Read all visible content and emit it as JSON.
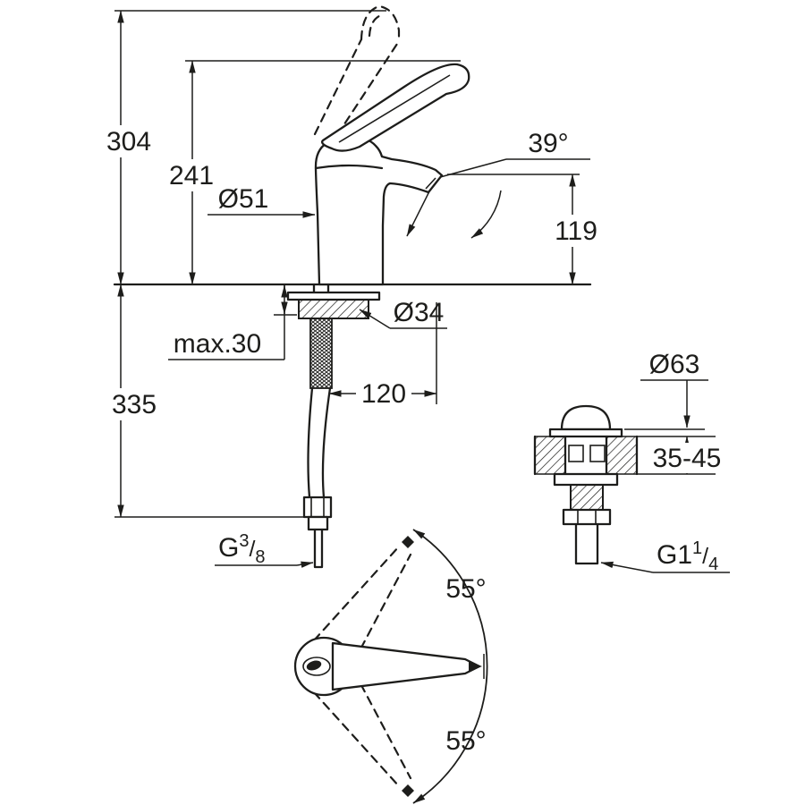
{
  "colors": {
    "background": "#ffffff",
    "line": "#1d1d1b"
  },
  "dimensions": {
    "overall_height": "304",
    "spout_top_height": "241",
    "body_diameter": "Ø51",
    "spout_angle": "39°",
    "outlet_height": "119",
    "hole_diameter": "Ø34",
    "max_mounting_thickness": "max.30",
    "supply_hose_length": "335",
    "spout_reach": "120",
    "waste_flange_diameter": "Ø63",
    "waste_mounting_thickness": "35-45",
    "lever_swing_up": "55°",
    "lever_swing_down": "55°"
  },
  "threads": {
    "supply": {
      "base": "G",
      "sup": "3",
      "slash": "/",
      "sub": "8"
    },
    "waste": {
      "base": "G1",
      "sup": "1",
      "slash": "/",
      "sub": "4"
    }
  }
}
